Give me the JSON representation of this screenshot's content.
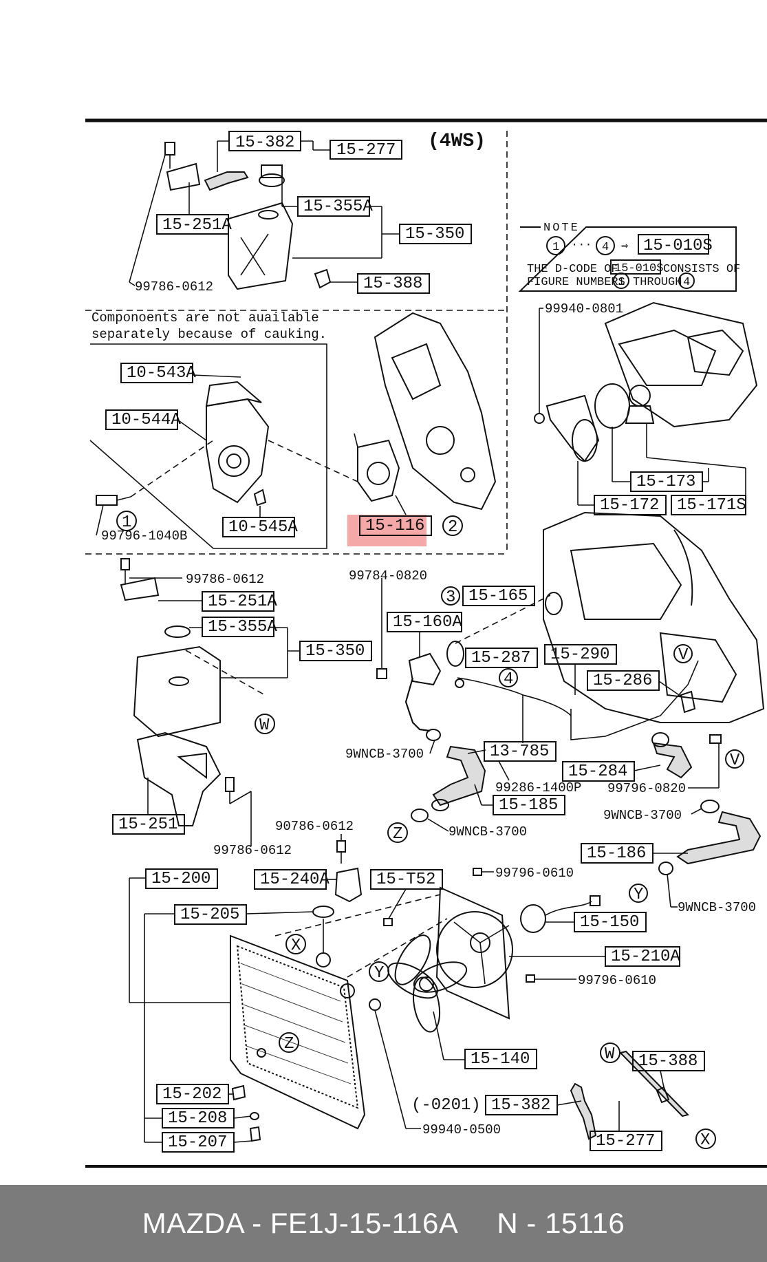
{
  "frame": {
    "variant": "(4WS)",
    "component_note": [
      "Componoents are not auailable",
      "separately because of cauking."
    ]
  },
  "note": {
    "title": "NOTE",
    "line1_start": "1",
    "line1_end": "4",
    "line1_code": "15-010S",
    "line2": "THE D-CODE OF",
    "line2_code": "15-010S",
    "line2_end": "CONSISTS OF",
    "line3": "FIGURE NUMBERS",
    "line3_a": "1",
    "line3_mid": "THROUGH",
    "line3_b": "4"
  },
  "labels": {
    "p15_382_top": "15-382",
    "p15_277_top": "15-277",
    "p15_355a_top": "15-355A",
    "p15_251a_top": "15-251A",
    "p15_350_top": "15-350",
    "p15_388_top": "15-388",
    "b99786_0612_top": "99786-0612",
    "p10_543a": "10-543A",
    "p10_544a": "10-544A",
    "p10_545a": "10-545A",
    "b99796_1040b": "99796-1040B",
    "c1": "1",
    "p15_116": "15-116",
    "c2": "2",
    "b99940_0801": "99940-0801",
    "p15_173": "15-173",
    "p15_172": "15-172",
    "p15_171s": "15-171S",
    "b99786_0612_mid": "99786-0612",
    "p15_251a_mid": "15-251A",
    "p15_355a_mid": "15-355A",
    "p15_350_mid": "15-350",
    "cW1": "W",
    "b99784_0820": "99784-0820",
    "c3": "3",
    "p15_165": "15-165",
    "p15_160a": "15-160A",
    "p15_287": "15-287",
    "c4": "4",
    "p15_290": "15-290",
    "cV1": "V",
    "p15_286": "15-286",
    "b9wncb_3700_a": "9WNCB-3700",
    "p13_785": "13-785",
    "b99286_1400p": "99286-1400P",
    "p15_284": "15-284",
    "b99796_0820": "99796-0820",
    "cV2": "V",
    "p15_185": "15-185",
    "cZ1": "Z",
    "b9wncb_3700_b": "9WNCB-3700",
    "b9wncb_3700_c": "9WNCB-3700",
    "p15_251": "15-251",
    "b99786_0612_low": "99786-0612",
    "b90786_0612": "90786-0612",
    "p15_186": "15-186",
    "cY1": "Y",
    "b9wncb_3700_d": "9WNCB-3700",
    "p15_200": "15-200",
    "p15_240a": "15-240A",
    "p15_t52": "15-T52",
    "b99796_0610_a": "99796-0610",
    "p15_205": "15-205",
    "p15_150": "15-150",
    "cX1": "X",
    "p15_210a": "15-210A",
    "cY2": "Y",
    "b99796_0610_b": "99796-0610",
    "cZ2": "Z",
    "p15_140": "15-140",
    "cW2": "W",
    "p15_388_low": "15-388",
    "p15_202": "15-202",
    "range_0201": "(-0201)",
    "p15_382_low": "15-382",
    "p15_208": "15-208",
    "b99940_0500": "99940-0500",
    "p15_207": "15-207",
    "p15_277_low": "15-277",
    "cX2": "X"
  },
  "highlight_color": "#f28b8b",
  "footer": {
    "part_line": "MAZDA - FE1J-15-116A",
    "ref_line": "N - 15116"
  }
}
